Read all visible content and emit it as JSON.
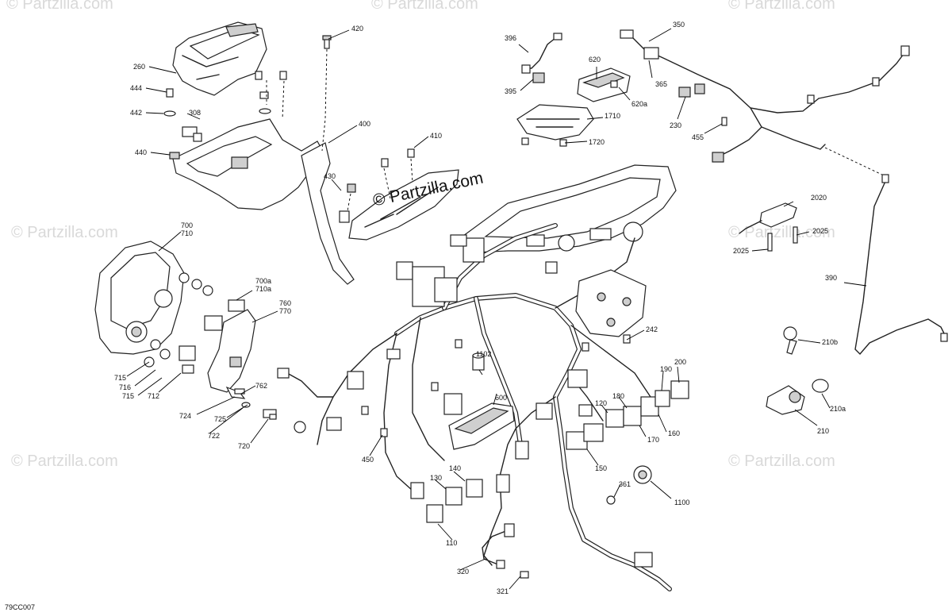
{
  "watermark": {
    "text": "© Partzilla.com",
    "faint_color": "#d9d9d9",
    "ink_color": "#111111"
  },
  "diagram_ref": "79CC007",
  "callouts": {
    "c420": "420",
    "c260": "260",
    "c444": "444",
    "c442": "442",
    "c308": "308",
    "c440": "440",
    "c400": "400",
    "c410": "410",
    "c430": "430",
    "c396": "396",
    "c395": "395",
    "c620": "620",
    "c620a": "620a",
    "c1710": "1710",
    "c1720": "1720",
    "c350": "350",
    "c365": "365",
    "c230": "230",
    "c455": "455",
    "c2020": "2020",
    "c2025a": "2025",
    "c2025b": "2025",
    "c390": "390",
    "c210b": "210b",
    "c210a": "210a",
    "c210": "210",
    "c700": "700\n710",
    "c700a": "700a\n710a",
    "c760": "760\n770",
    "c715a": "715",
    "c716": "716",
    "c715b": "715",
    "c712": "712",
    "c762": "762",
    "c724": "724",
    "c725": "725",
    "c722": "722",
    "c720": "720",
    "c242": "242",
    "c1102": "1102",
    "c600": "600",
    "c190": "190",
    "c200": "200",
    "c180": "180",
    "c120": "120",
    "c170": "170",
    "c160": "160",
    "c150": "150",
    "c450": "450",
    "c140": "140",
    "c130": "130",
    "c110": "110",
    "c361": "361",
    "c1100": "1100",
    "c320": "320",
    "c321": "321"
  }
}
